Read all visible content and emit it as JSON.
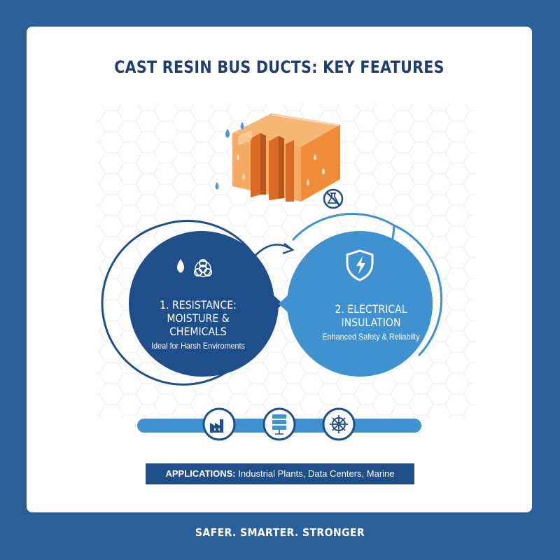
{
  "header": {
    "title": "CAST RESIN BUS DUCTS: KEY FEATURES"
  },
  "features": [
    {
      "title_lines": [
        "1. RESISTANCE:",
        "MOISTURE &",
        "CHEMICALS"
      ],
      "subtitle": "Ideal for Harsh Enviroments",
      "icons": [
        "water-drop-icon",
        "biohazard-icon"
      ]
    },
    {
      "title_lines": [
        "2. ELECTRICAL",
        "INSULATION"
      ],
      "subtitle": "Enhanced Safety & Reliabilty",
      "icons": [
        "shield-lightning-icon"
      ]
    }
  ],
  "applications": {
    "label": "APPLICATIONS:",
    "items": "Industrial Plants, Data Centers, Marine",
    "icons": [
      "factory-icon",
      "server-rack-icon",
      "ship-wheel-icon"
    ]
  },
  "footer": {
    "tagline": "SAFER. SMARTER. STRONGER"
  },
  "colors": {
    "background": "#2a5f99",
    "dark_blue": "#1f4f8a",
    "light_blue": "#3f92cf",
    "resin_orange": "#f29a4a",
    "text_dark": "#1f3f6e"
  }
}
